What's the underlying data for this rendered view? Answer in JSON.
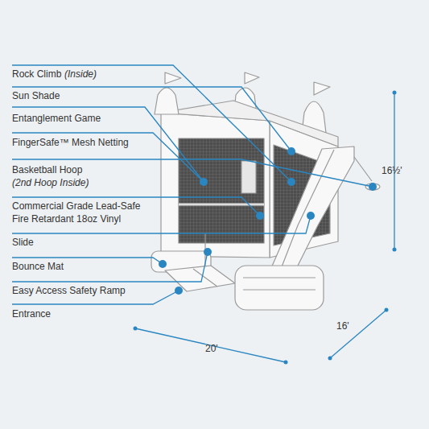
{
  "diagram": {
    "labels": [
      "Rock Climb",
      "(Inside)",
      "Sun Shade",
      "Entanglement Game",
      "FingerSafe™ Mesh Netting",
      "Basketball Hoop",
      "(2nd Hoop Inside)",
      "Commercial Grade Lead-Safe Fire Retardant 18oz Vinyl",
      "Slide",
      "Bounce Mat",
      "Easy Access Safety Ramp",
      "Entrance",
      "16½'",
      "16'",
      "20'"
    ]
  }
}
